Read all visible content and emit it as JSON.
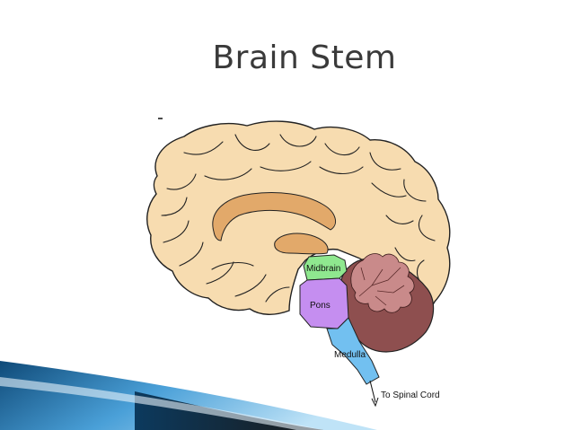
{
  "slide": {
    "title": "Brain Stem"
  },
  "diagram": {
    "labels": {
      "midbrain": "Midbrain",
      "pons": "Pons",
      "medulla": "Medulla",
      "spinal_cord": "To Spinal Cord"
    }
  },
  "colors": {
    "cerebrum": "#f7dcb0",
    "corpus_callosum": "#e2a96a",
    "midbrain": "#8fe88f",
    "pons": "#c58ef0",
    "medulla": "#72c0f0",
    "cerebellum": "#8e4f4f",
    "arbor_vitae": "#c98a8a",
    "accent_blue": "#1a5a8a"
  }
}
